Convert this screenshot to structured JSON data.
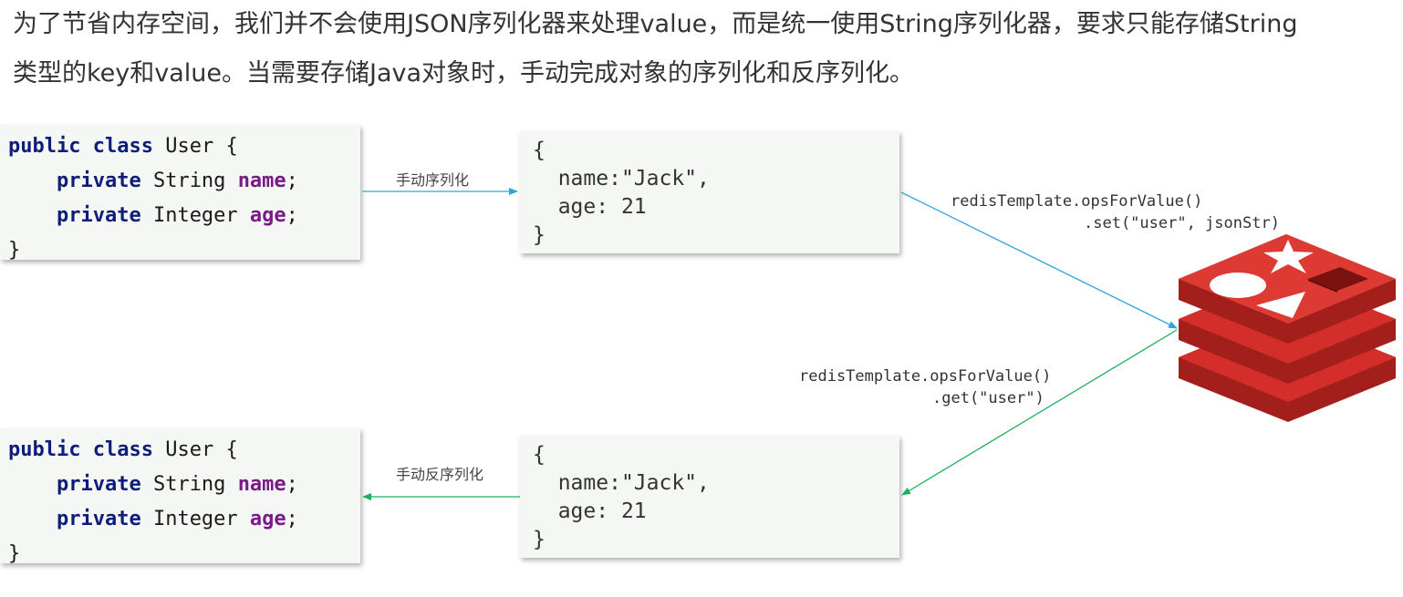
{
  "intro": {
    "line1": "为了节省内存空间，我们并不会使用JSON序列化器来处理value，而是统一使用String序列化器，要求只能存储String",
    "line2": "类型的key和value。当需要存储Java对象时，手动完成对象的序列化和反序列化。"
  },
  "java_class": {
    "kw_public": "public",
    "kw_class": "class",
    "class_name": "User",
    "open_brace": "{",
    "close_brace": "}",
    "kw_private": "private",
    "type_string": "String",
    "type_integer": "Integer",
    "field_name": "name",
    "field_age": "age",
    "semicolon": ";"
  },
  "json_obj": {
    "open_brace": "{",
    "name_line": "name:\"Jack\",",
    "age_line": "age: 21",
    "close_brace": "}"
  },
  "labels": {
    "serialize": "手动序列化",
    "deserialize": "手动反序列化",
    "set_line1": "redisTemplate.opsForValue()",
    "set_line2": ".set(\"user\", jsonStr)",
    "get_line1": "redisTemplate.opsForValue()",
    "get_line2": ".get(\"user\")"
  },
  "colors": {
    "serialize_arrow": "#29a8d8",
    "deserialize_arrow": "#19b25a",
    "redis_red": "#d42e2a"
  }
}
